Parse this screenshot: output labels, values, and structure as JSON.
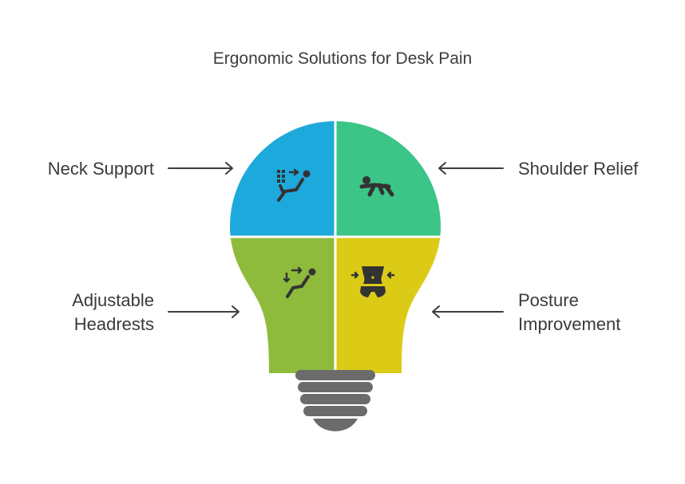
{
  "title": "Ergonomic Solutions for Desk Pain",
  "quadrants": [
    {
      "id": "neck-support",
      "label_lines": [
        "Neck Support"
      ],
      "color": "#1ea9dc",
      "icon": "reclined-seat-icon"
    },
    {
      "id": "shoulder-relief",
      "label_lines": [
        "Shoulder Relief"
      ],
      "color": "#3bc586",
      "icon": "stretching-person-icon"
    },
    {
      "id": "adjustable-headrests",
      "label_lines": [
        "Adjustable",
        "Headrests"
      ],
      "color": "#8fbb3c",
      "icon": "adjusting-seat-icon"
    },
    {
      "id": "posture-improvement",
      "label_lines": [
        "Posture",
        "Improvement"
      ],
      "color": "#dccb16",
      "icon": "waist-torso-icon"
    }
  ],
  "colors": {
    "text": "#3a3a3a",
    "arrow": "#3d3d3d",
    "base": "#6b6b6b",
    "icon": "#333333"
  }
}
